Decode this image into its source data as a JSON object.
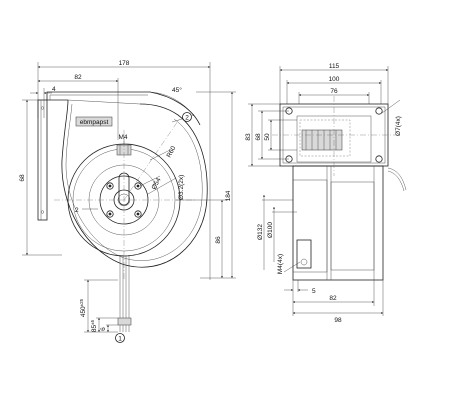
{
  "dimensions": {
    "front_width": "178",
    "front_offset": "82",
    "flange": "4",
    "angle": "45°",
    "height_left": "68",
    "height_right": "184",
    "height_lower": "86",
    "hub_thread": "M4",
    "radius": "R60",
    "hole_dia": "Ø54",
    "bolt_circle": "Ø3.2(2x)",
    "cable_len": "450",
    "cable_tol": "±25",
    "strip_len": "85",
    "strip_tol": "±5",
    "strip_short": "6",
    "mark_two": "2",
    "side_top_1": "115",
    "side_top_2": "100",
    "side_top_3": "76",
    "side_h1": "83",
    "side_h2": "68",
    "side_h3": "50",
    "side_hole": "Ø7(4x)",
    "side_d1": "Ø132",
    "side_d2": "Ø100",
    "side_thread": "M4(4x)",
    "side_bot_1": "5",
    "side_bot_2": "82",
    "side_bot_3": "98"
  },
  "labels": {
    "brand": "ebmpapst",
    "callout_1": "1",
    "callout_2": "2"
  }
}
